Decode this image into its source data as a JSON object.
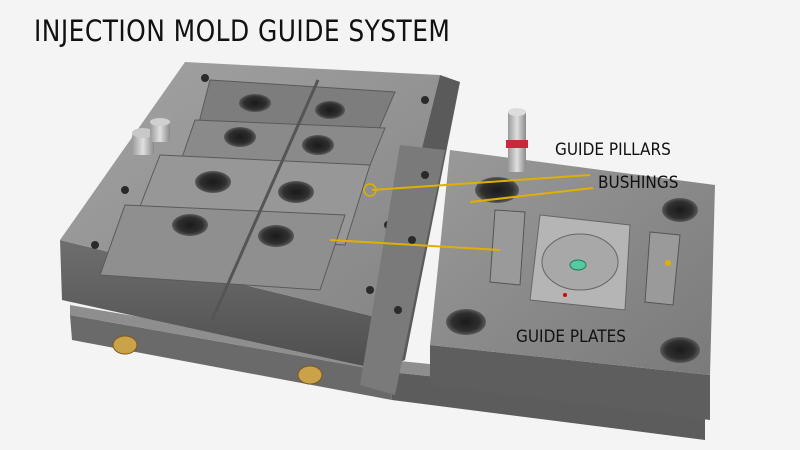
{
  "title": "INJECTION MOLD GUIDE SYSTEM",
  "labels": {
    "guide_pillars": "GUIDE PILLARS",
    "bushings": "BUSHINGS",
    "guide_plates": "GUIDE PLATES"
  },
  "colors": {
    "background": "#f4f4f4",
    "steel": "#8c8c8c",
    "leader_line": "#e0b000",
    "brass": "#c9a24a"
  }
}
